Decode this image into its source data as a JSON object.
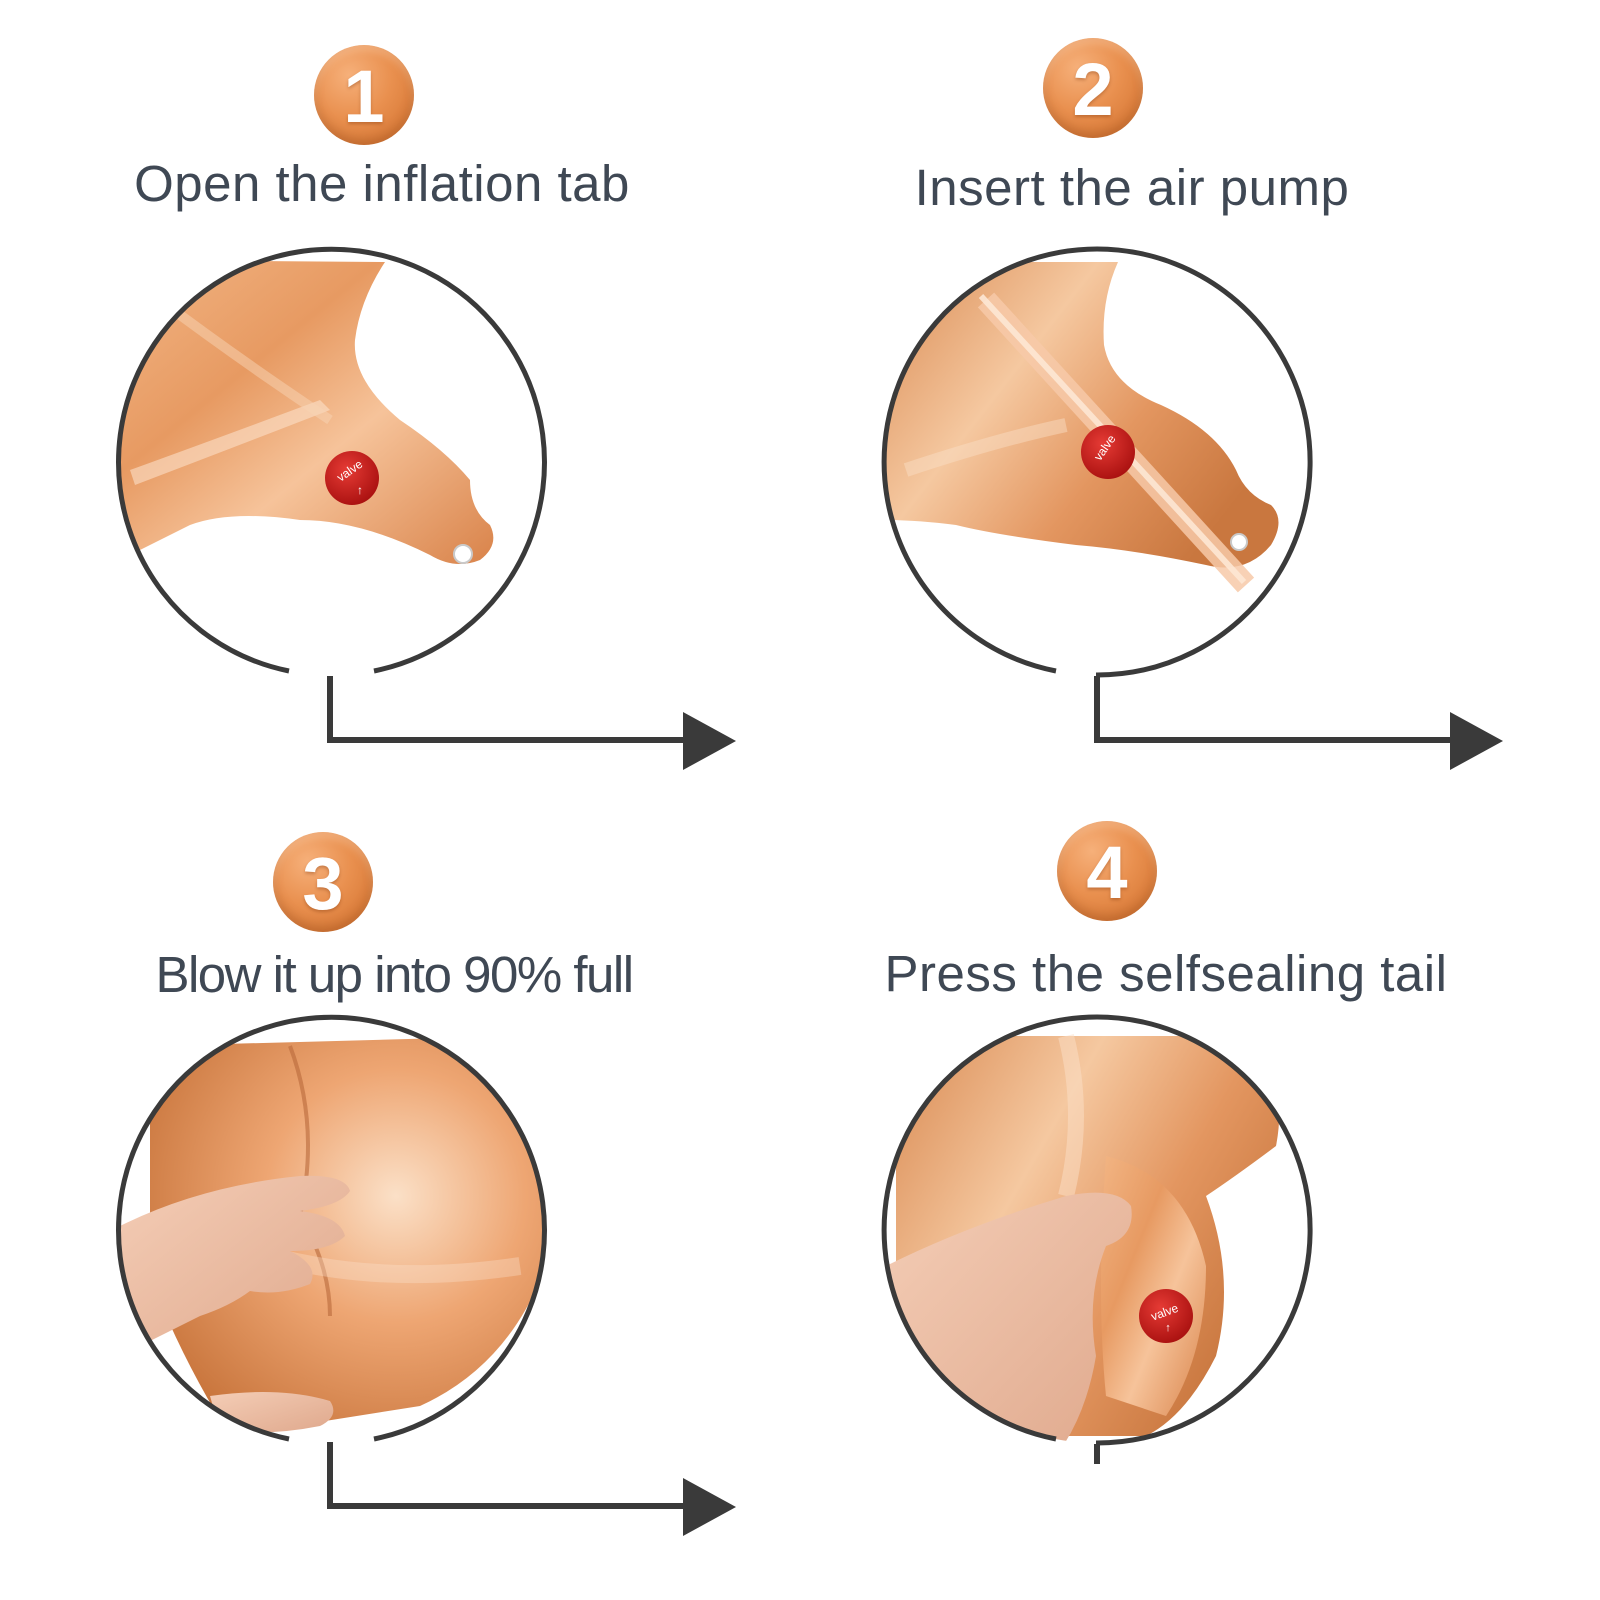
{
  "colors": {
    "badge": "#e9904f",
    "caption_text": "#3f4854",
    "connector": "#3a3a3a",
    "foil": "#e8a06a",
    "valve_sticker": "#c81e1e"
  },
  "steps": [
    {
      "number": "1",
      "caption": "Open the inflation tab",
      "valve_label": "valve"
    },
    {
      "number": "2",
      "caption": "Insert the air pump",
      "valve_label": "valve"
    },
    {
      "number": "3",
      "caption": "Blow it up into 90% full"
    },
    {
      "number": "4",
      "caption": "Press the selfsealing tail",
      "valve_label": "valve"
    }
  ],
  "icons": {
    "connector": "arrow-right-icon"
  }
}
